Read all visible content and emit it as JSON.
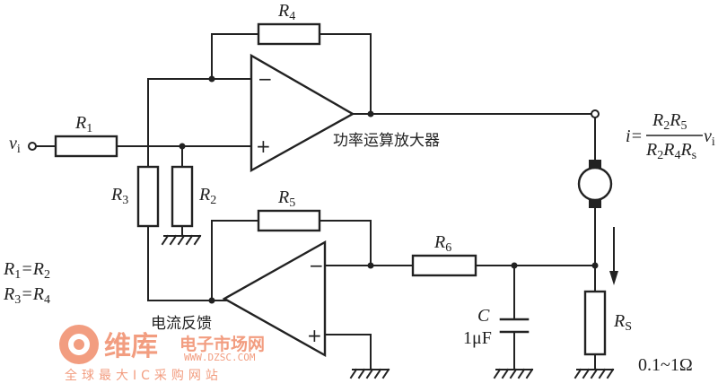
{
  "components": {
    "r1": {
      "name": "R",
      "sub": "1"
    },
    "r2": {
      "name": "R",
      "sub": "2"
    },
    "r3": {
      "name": "R",
      "sub": "3"
    },
    "r4": {
      "name": "R",
      "sub": "4"
    },
    "r5": {
      "name": "R",
      "sub": "5"
    },
    "r6": {
      "name": "R",
      "sub": "6"
    },
    "rs": {
      "name": "R",
      "sub": "S"
    },
    "c": {
      "name": "C",
      "value": "1μF"
    }
  },
  "input": {
    "name": "v",
    "sub": "i"
  },
  "labels": {
    "power_amp": "功率运算放大器",
    "current_feedback": "电流反馈",
    "rs_range": "0.1~1Ω"
  },
  "amp_signs": {
    "minus": "−",
    "plus": "+"
  },
  "conditions": {
    "line1": {
      "a": "R",
      "a_sub": "1",
      "eq": "=",
      "b": "R",
      "b_sub": "2"
    },
    "line2": {
      "a": "R",
      "a_sub": "3",
      "eq": "=",
      "b": "R",
      "b_sub": "4"
    }
  },
  "formula": {
    "lhs": "i=",
    "num": {
      "a": "R",
      "a_sub": "2",
      "b": "R",
      "b_sub": "5"
    },
    "den": {
      "a": "R",
      "a_sub": "2",
      "b": "R",
      "b_sub": "4",
      "c": "R",
      "c_sub": "s"
    },
    "tail": {
      "v": "v",
      "v_sub": "i"
    }
  },
  "watermark": {
    "brand": "维库",
    "brand_cn": "电子市场网",
    "url": "WWW.DZSC.COM",
    "slogan": "全球最大IC采购网站"
  },
  "colors": {
    "ink": "#222222",
    "watermark": "#f08c6a"
  }
}
